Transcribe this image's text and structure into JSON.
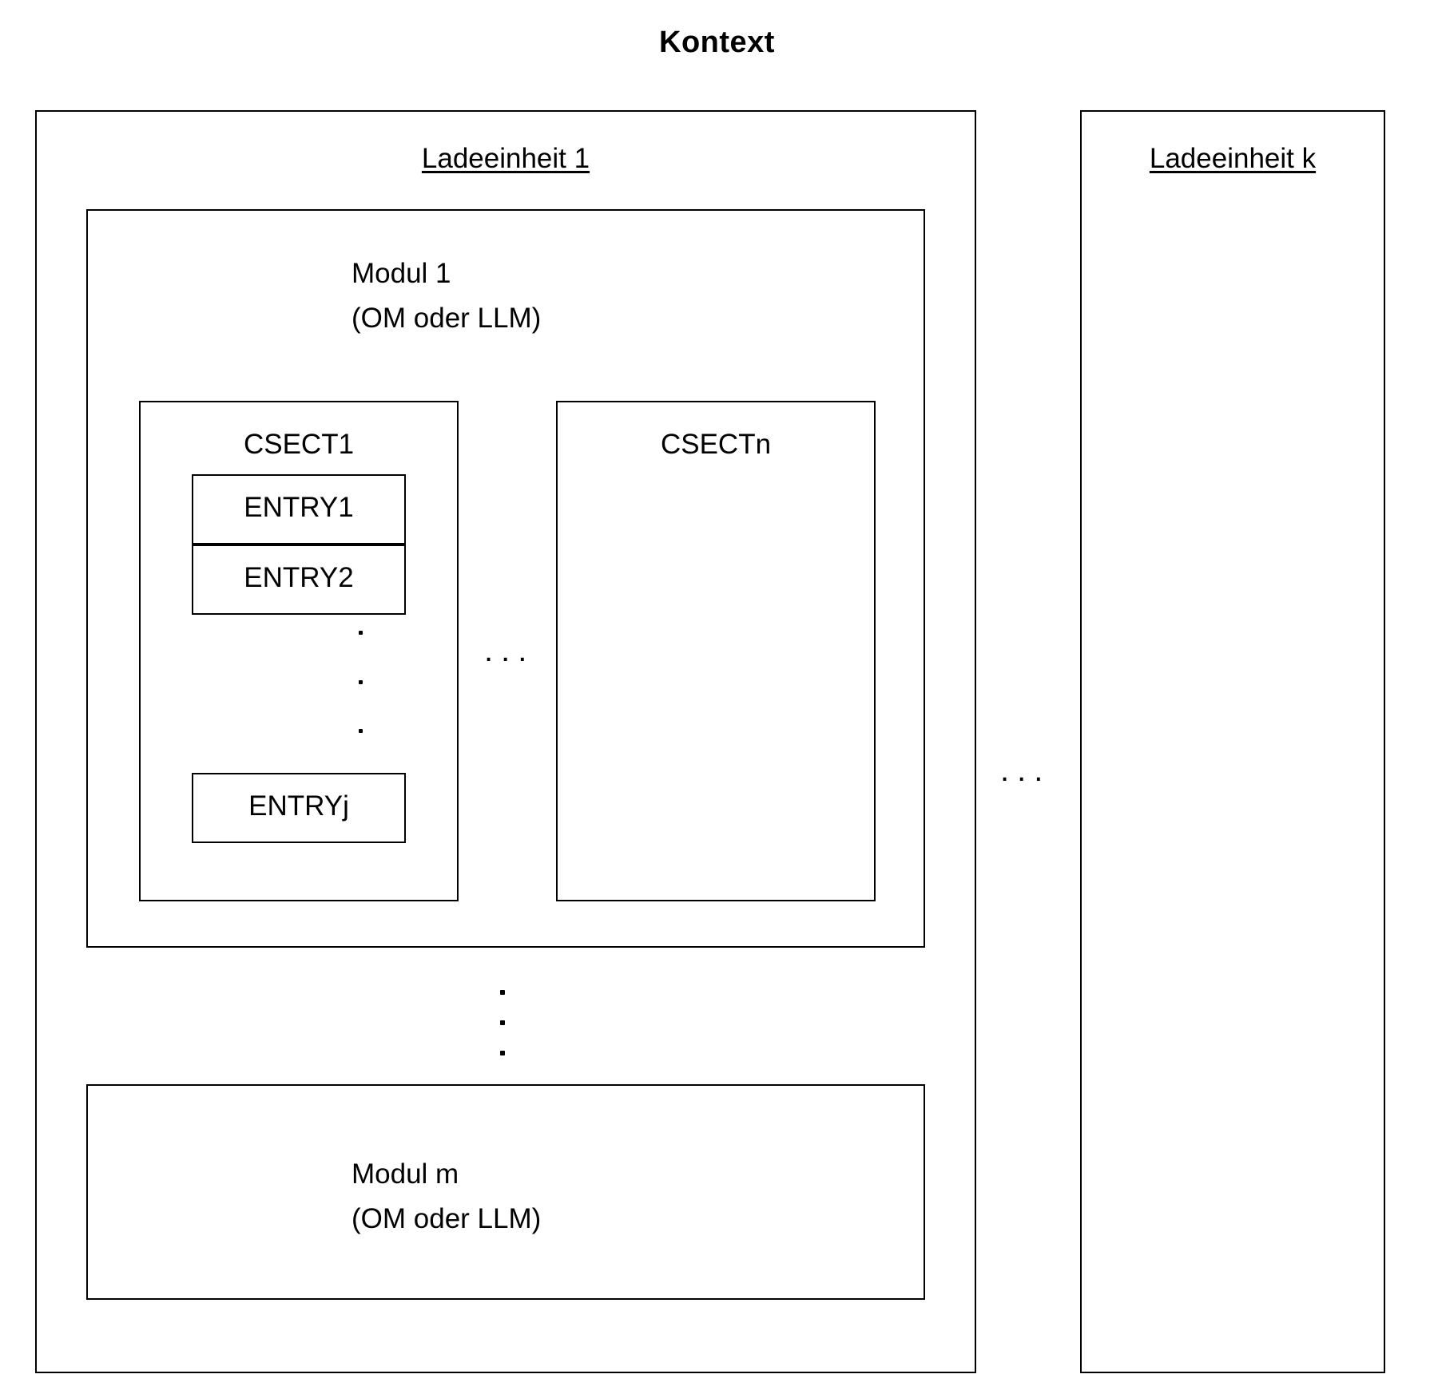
{
  "diagram": {
    "title": "Kontext",
    "load_units": [
      {
        "id": "ladeeinheit-1",
        "label": "Ladeeinheit 1",
        "modules": [
          {
            "id": "modul-1",
            "name": "Modul 1",
            "kind": "(OM oder LLM)",
            "csects": [
              {
                "id": "csect-1",
                "label": "CSECT1",
                "entries": [
                  {
                    "label": "ENTRY1"
                  },
                  {
                    "label": "ENTRY2"
                  },
                  {
                    "label": "ENTRYj"
                  }
                ],
                "entry_ellipsis": "vertical"
              },
              {
                "id": "csect-n",
                "label": "CSECTn",
                "entries": [],
                "entry_ellipsis": "none"
              }
            ],
            "csect_ellipsis": "..."
          },
          {
            "id": "modul-m",
            "name": "Modul m",
            "kind": "(OM oder LLM)",
            "csects": []
          }
        ],
        "module_ellipsis": "vertical"
      },
      {
        "id": "ladeeinheit-k",
        "label": "Ladeeinheit k",
        "modules": []
      }
    ],
    "unit_ellipsis": "...",
    "colors": {
      "stroke": "#000000",
      "background": "#ffffff",
      "text": "#000000"
    }
  }
}
